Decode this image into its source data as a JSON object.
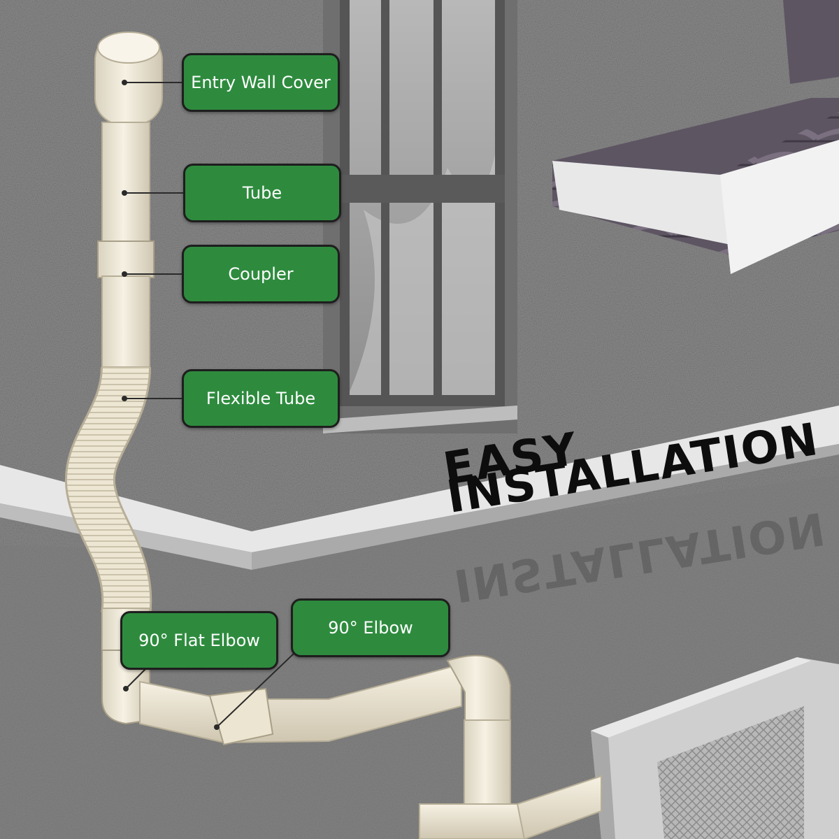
{
  "labels": {
    "entry_wall_cover": "Entry Wall Cover",
    "tube": "Tube",
    "coupler": "Coupler",
    "flexible_tube": "Flexible Tube",
    "flat_elbow": "90° Flat Elbow",
    "elbow": "90° Elbow"
  },
  "headline": {
    "line1": "EASY",
    "line2": "INSTALLATION"
  },
  "colors": {
    "label_bg": "#2e8b3e",
    "label_border": "#1e1e1e",
    "label_text": "#ffffff",
    "wall": "#8c8c8c",
    "duct": "#f0ead8",
    "roof_tile": "#5e5563",
    "headline_text": "#0d0d0d"
  }
}
